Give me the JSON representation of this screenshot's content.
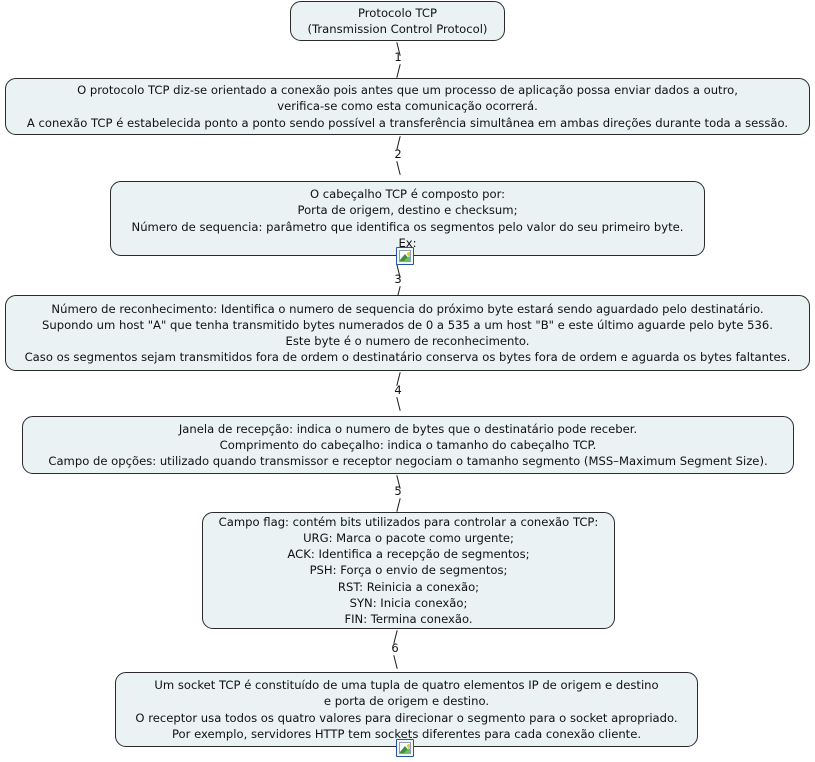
{
  "diagram": {
    "title": "Protocolo TCP (Transmission Control Protocol)",
    "background_color": "#ffffff",
    "node_fill_color": "#eaf2f4",
    "node_border_color": "#2a2a2a",
    "connector_color": "#1b1b1b"
  },
  "nodes": [
    {
      "id": "node-root",
      "name": "protocolo-tcp-root",
      "lines": [
        "Protocolo TCP",
        "(Transmission Control Protocol)"
      ]
    },
    {
      "id": "node-1",
      "name": "orientado-a-conexao",
      "lines": [
        "O protocolo TCP diz-se orientado a conexão pois antes que um processo de aplicação possa enviar dados a outro,",
        "verifica-se como esta comunicação ocorrerá.",
        "A conexão TCP é estabelecida ponto a ponto sendo possível a transferência simultânea em ambas direções durante toda a sessão."
      ]
    },
    {
      "id": "node-2",
      "name": "cabecalho-tcp",
      "lines": [
        "O cabeçalho TCP é composto por:",
        "Porta de origem, destino e checksum;",
        "Número de sequencia: parâmetro que identifica os segmentos pelo valor do seu primeiro byte.",
        "Ex:"
      ],
      "attachment_icon": "broken-image-icon"
    },
    {
      "id": "node-3",
      "name": "numero-de-reconhecimento",
      "lines": [
        "Número de reconhecimento: Identifica o numero de sequencia do próximo byte estará sendo aguardado pelo destinatário.",
        "Supondo um host \"A\" que tenha transmitido bytes numerados de 0 a 535 a um host \"B\" e este último aguarde pelo byte 536.",
        "Este byte é o numero de reconhecimento.",
        "Caso os segmentos sejam transmitidos fora de ordem o destinatário conserva os bytes fora de ordem e aguarda os bytes faltantes."
      ]
    },
    {
      "id": "node-4",
      "name": "janela-de-recepcao",
      "lines": [
        "Janela de recepção: indica o numero de bytes que o destinatário pode receber.",
        "Comprimento do cabeçalho: indica o tamanho do cabeçalho TCP.",
        "Campo de opções: utilizado quando transmissor e receptor negociam o tamanho segmento (MSS–Maximum Segment Size)."
      ]
    },
    {
      "id": "node-5",
      "name": "campo-flag",
      "lines": [
        "Campo flag: contém bits utilizados para controlar a conexão TCP:",
        "URG: Marca o pacote como urgente;",
        "ACK: Identifica a recepção de segmentos;",
        "PSH: Força o envio de segmentos;",
        "RST: Reinicia a conexão;",
        "SYN: Inicia conexão;",
        "FIN: Termina conexão."
      ]
    },
    {
      "id": "node-6",
      "name": "socket-tcp",
      "lines": [
        "Um socket TCP é constituído de uma tupla de quatro elementos IP de origem e destino",
        "e porta de origem e destino.",
        "O receptor usa todos os quatro valores para direcionar o segmento para o socket apropriado.",
        "Por exemplo, servidores HTTP tem sockets diferentes para cada conexão cliente."
      ],
      "attachment_icon": "broken-image-icon"
    }
  ],
  "connectors": [
    {
      "id": "connector-1",
      "label": "1",
      "from": "node-root",
      "to": "node-1"
    },
    {
      "id": "connector-2",
      "label": "2",
      "from": "node-1",
      "to": "node-2"
    },
    {
      "id": "connector-3",
      "label": "3",
      "from": "node-2",
      "to": "node-3"
    },
    {
      "id": "connector-4",
      "label": "4",
      "from": "node-3",
      "to": "node-4"
    },
    {
      "id": "connector-5",
      "label": "5",
      "from": "node-4",
      "to": "node-5"
    },
    {
      "id": "connector-6",
      "label": "6",
      "from": "node-5",
      "to": "node-6"
    }
  ]
}
